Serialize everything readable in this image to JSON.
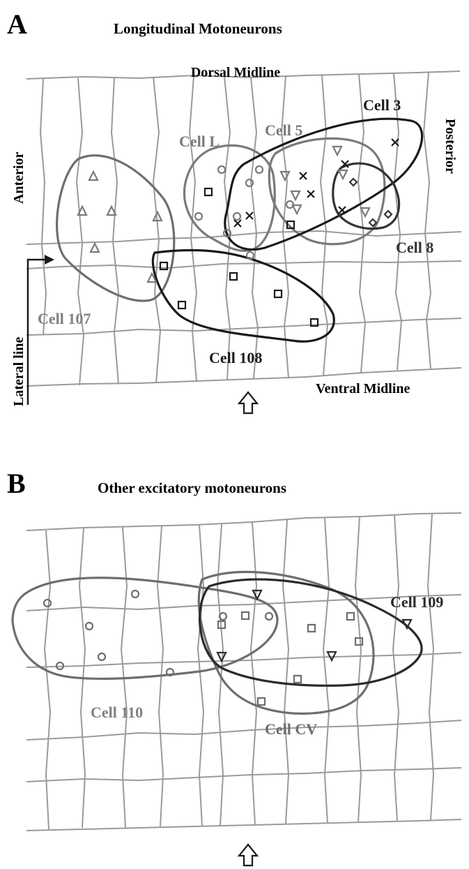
{
  "panel_a": {
    "letter": "A",
    "title": "Longitudinal Motoneurons",
    "dorsal_label": "Dorsal Midline",
    "ventral_label": "Ventral Midline",
    "anterior_label": "Anterior",
    "posterior_label": "Posterior",
    "lateral_label": "Lateral line",
    "cells": {
      "c3": "Cell 3",
      "c5": "Cell 5",
      "cL": "Cell L",
      "c8": "Cell 8",
      "c107": "Cell 107",
      "c108": "Cell 108"
    }
  },
  "panel_b": {
    "letter": "B",
    "title": "Other excitatory motoneurons",
    "cells": {
      "c109": "Cell 109",
      "c110": "Cell 110",
      "cCV": "Cell CV"
    }
  },
  "colors": {
    "black": "#1a1a1a",
    "dark": "#333333",
    "mid": "#5c5c5c",
    "light": "#808080",
    "grid": "#9a9a9a"
  },
  "markers": {
    "a_triangle_up": "cell-107 markers",
    "a_square": "cell-108 markers",
    "a_circle": "cell-L markers",
    "a_cross": "cell-3 markers",
    "a_triangle_down": "cell-5 markers",
    "a_diamond": "cell-8 markers",
    "b_circle": "cell-110 markers",
    "b_square": "cell-CV markers",
    "b_triangle_down": "cell-109 markers"
  }
}
